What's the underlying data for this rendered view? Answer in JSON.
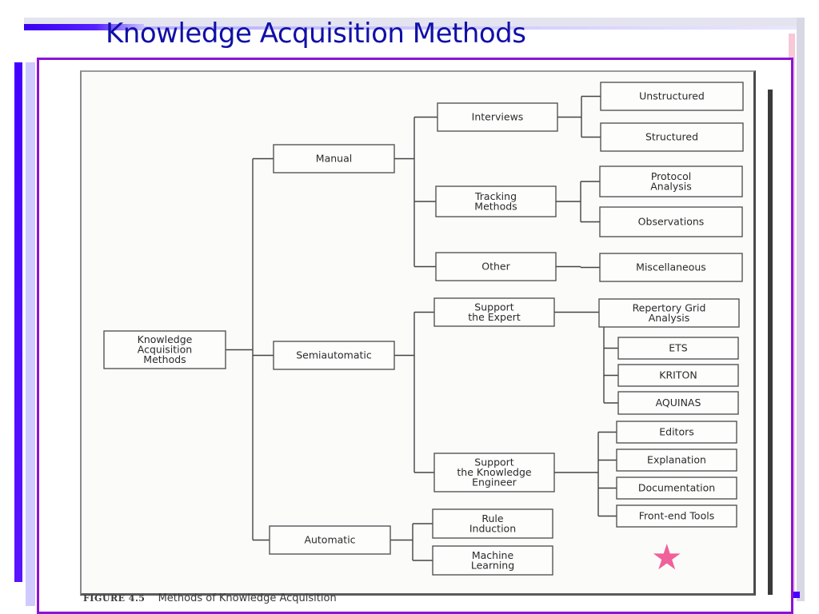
{
  "slide": {
    "title": "Knowledge Acquisition Methods",
    "star": "★",
    "accent_color": "#1010a8",
    "frame_color": "#8a14d6",
    "star_color": "#f0609a"
  },
  "figure": {
    "caption_label": "FIGURE 4.5",
    "caption_text": "Methods of Knowledge Acquisition"
  },
  "diagram": {
    "root": {
      "id": "knowledge-acquisition-methods",
      "lines": [
        "Knowledge",
        "Acquisition",
        "Methods"
      ]
    },
    "categories": [
      {
        "id": "manual",
        "lines": [
          "Manual"
        ]
      },
      {
        "id": "semiautomatic",
        "lines": [
          "Semiautomatic"
        ]
      },
      {
        "id": "automatic",
        "lines": [
          "Automatic"
        ]
      }
    ],
    "methods": [
      {
        "id": "interviews",
        "parent": "manual",
        "lines": [
          "Interviews"
        ]
      },
      {
        "id": "tracking-methods",
        "parent": "manual",
        "lines": [
          "Tracking",
          "Methods"
        ]
      },
      {
        "id": "other",
        "parent": "manual",
        "lines": [
          "Other"
        ]
      },
      {
        "id": "support-the-expert",
        "parent": "semiautomatic",
        "lines": [
          "Support",
          "the Expert"
        ]
      },
      {
        "id": "support-the-knowledge-engineer",
        "parent": "semiautomatic",
        "lines": [
          "Support",
          "the Knowledge",
          "Engineer"
        ]
      },
      {
        "id": "rule-induction",
        "parent": "automatic",
        "lines": [
          "Rule",
          "Induction"
        ]
      },
      {
        "id": "machine-learning",
        "parent": "automatic",
        "lines": [
          "Machine",
          "Learning"
        ]
      }
    ],
    "techniques": [
      {
        "id": "unstructured",
        "parent": "interviews",
        "lines": [
          "Unstructured"
        ]
      },
      {
        "id": "structured",
        "parent": "interviews",
        "lines": [
          "Structured"
        ]
      },
      {
        "id": "protocol-analysis",
        "parent": "tracking-methods",
        "lines": [
          "Protocol",
          "Analysis"
        ]
      },
      {
        "id": "observations",
        "parent": "tracking-methods",
        "lines": [
          "Observations"
        ]
      },
      {
        "id": "miscellaneous",
        "parent": "other",
        "lines": [
          "Miscellaneous"
        ]
      },
      {
        "id": "repertory-grid-analysis",
        "parent": "support-the-expert",
        "lines": [
          "Repertory Grid",
          "Analysis"
        ]
      },
      {
        "id": "ets",
        "parent": "support-the-expert",
        "lines": [
          "ETS"
        ]
      },
      {
        "id": "kriton",
        "parent": "support-the-expert",
        "lines": [
          "KRITON"
        ]
      },
      {
        "id": "aquinas",
        "parent": "support-the-expert",
        "lines": [
          "AQUINAS"
        ]
      },
      {
        "id": "editors",
        "parent": "support-the-knowledge-engineer",
        "lines": [
          "Editors"
        ]
      },
      {
        "id": "explanation",
        "parent": "support-the-knowledge-engineer",
        "lines": [
          "Explanation"
        ]
      },
      {
        "id": "documentation",
        "parent": "support-the-knowledge-engineer",
        "lines": [
          "Documentation"
        ]
      },
      {
        "id": "front-end-tools",
        "parent": "support-the-knowledge-engineer",
        "lines": [
          "Front-end Tools"
        ]
      }
    ]
  }
}
